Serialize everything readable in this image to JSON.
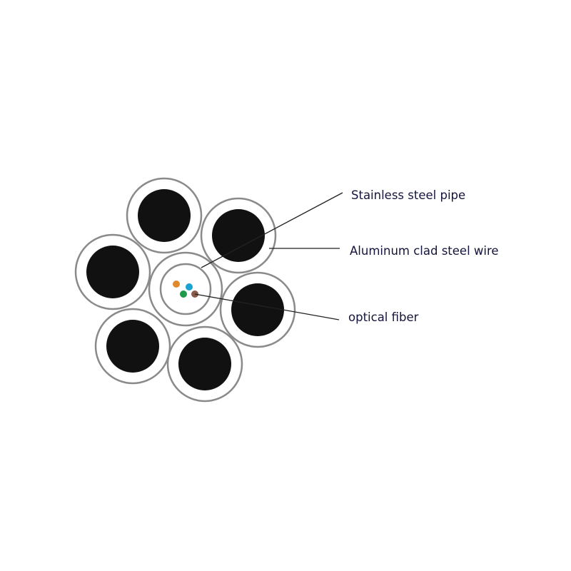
{
  "labels": {
    "pipe": "Stainless steel pipe",
    "wire": "Aluminum clad steel wire",
    "fiber": "optical fiber"
  },
  "colors": {
    "text": "#14143c",
    "core": "#111111",
    "ring": "#8a8a8a",
    "fibers": [
      "#e08a2e",
      "#1aa3d0",
      "#1f9a4a",
      "#8a5a48"
    ]
  }
}
